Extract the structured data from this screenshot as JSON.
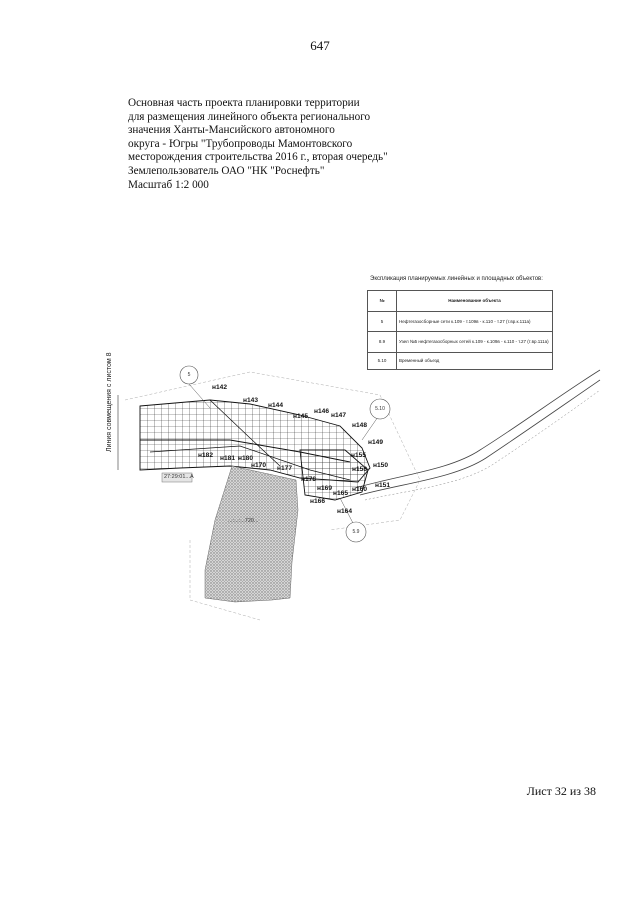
{
  "page_number": "647",
  "title_lines": [
    "Основная часть проекта планировки территории",
    "для размещения линейного объекта регионального",
    "значения Ханты-Мансийского автономного",
    "округа - Югры \"Трубопроводы Мамонтовского",
    "месторождения строительства 2016 г., вторая очередь\"",
    "Землепользователь ОАО \"НК \"Роснефть\"",
    "Масштаб 1:2 000"
  ],
  "legend": {
    "title": "Экспликация планируемых линейных и площадных объектов:",
    "headers": {
      "code": "№",
      "name": "Наименование объекта"
    },
    "rows": [
      {
        "code": "5",
        "name": "Нефтегазосборные сети к.109 - т.109в - к.110 - т.27 (т.вр.к.111а)"
      },
      {
        "code": "8.9",
        "name": "Узел №5 нефтегазосборных сетей к.109 - к.109в - к.110 - т.27 (т.вр.111а)"
      },
      {
        "code": "5.10",
        "name": "Временный объезд"
      }
    ]
  },
  "map": {
    "circle_labels": {
      "c5": "5",
      "c510": "5.10",
      "c59": "5.9"
    },
    "vertical_label": "Линия совмещения с листом 8",
    "area_codes": {
      "left": "27:29:01...А",
      "center": "...:...:...720..."
    },
    "points": {
      "p142": "н142",
      "p143": "н143",
      "p144": "н144",
      "p145": "н145",
      "p146": "н146",
      "p147": "н147",
      "p148": "н148",
      "p149": "н149",
      "p150": "н150",
      "p151": "н151",
      "p155": "н155",
      "p158": "н158",
      "p160": "н160",
      "p164": "н164",
      "p165": "н165",
      "p166": "н166",
      "p169": "н169",
      "p170": "н170",
      "p177": "н177",
      "p178": "н178",
      "p180": "н180",
      "p181": "н181",
      "p182": "н182"
    }
  },
  "sheet_label": "Лист 32 из 38"
}
